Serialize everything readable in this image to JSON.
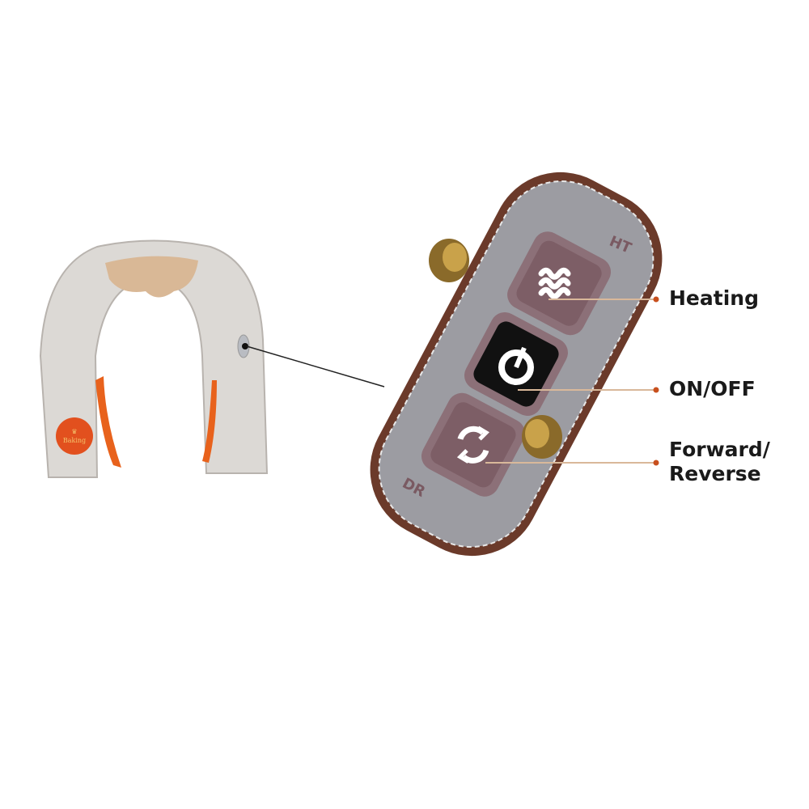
{
  "product": {
    "logo_text": "Baking",
    "remote_labels": {
      "top": "HT",
      "bottom": "DR"
    }
  },
  "callouts": [
    {
      "label": "Heating",
      "button": "heat-icon"
    },
    {
      "label": "ON/OFF",
      "button": "power-icon"
    },
    {
      "label_line1": "Forward/",
      "label_line2": "Reverse",
      "button": "rotate-icon"
    }
  ],
  "colors": {
    "callout_dot": "#c8501e",
    "callout_line": "#d9b89a",
    "remote_border": "#6b3a2a",
    "remote_face": "#9c9ca2",
    "button_face": "#7d5e66",
    "power_button": "#111111",
    "massager_body": "#d9d6d2",
    "massager_accent": "#e8621c"
  }
}
